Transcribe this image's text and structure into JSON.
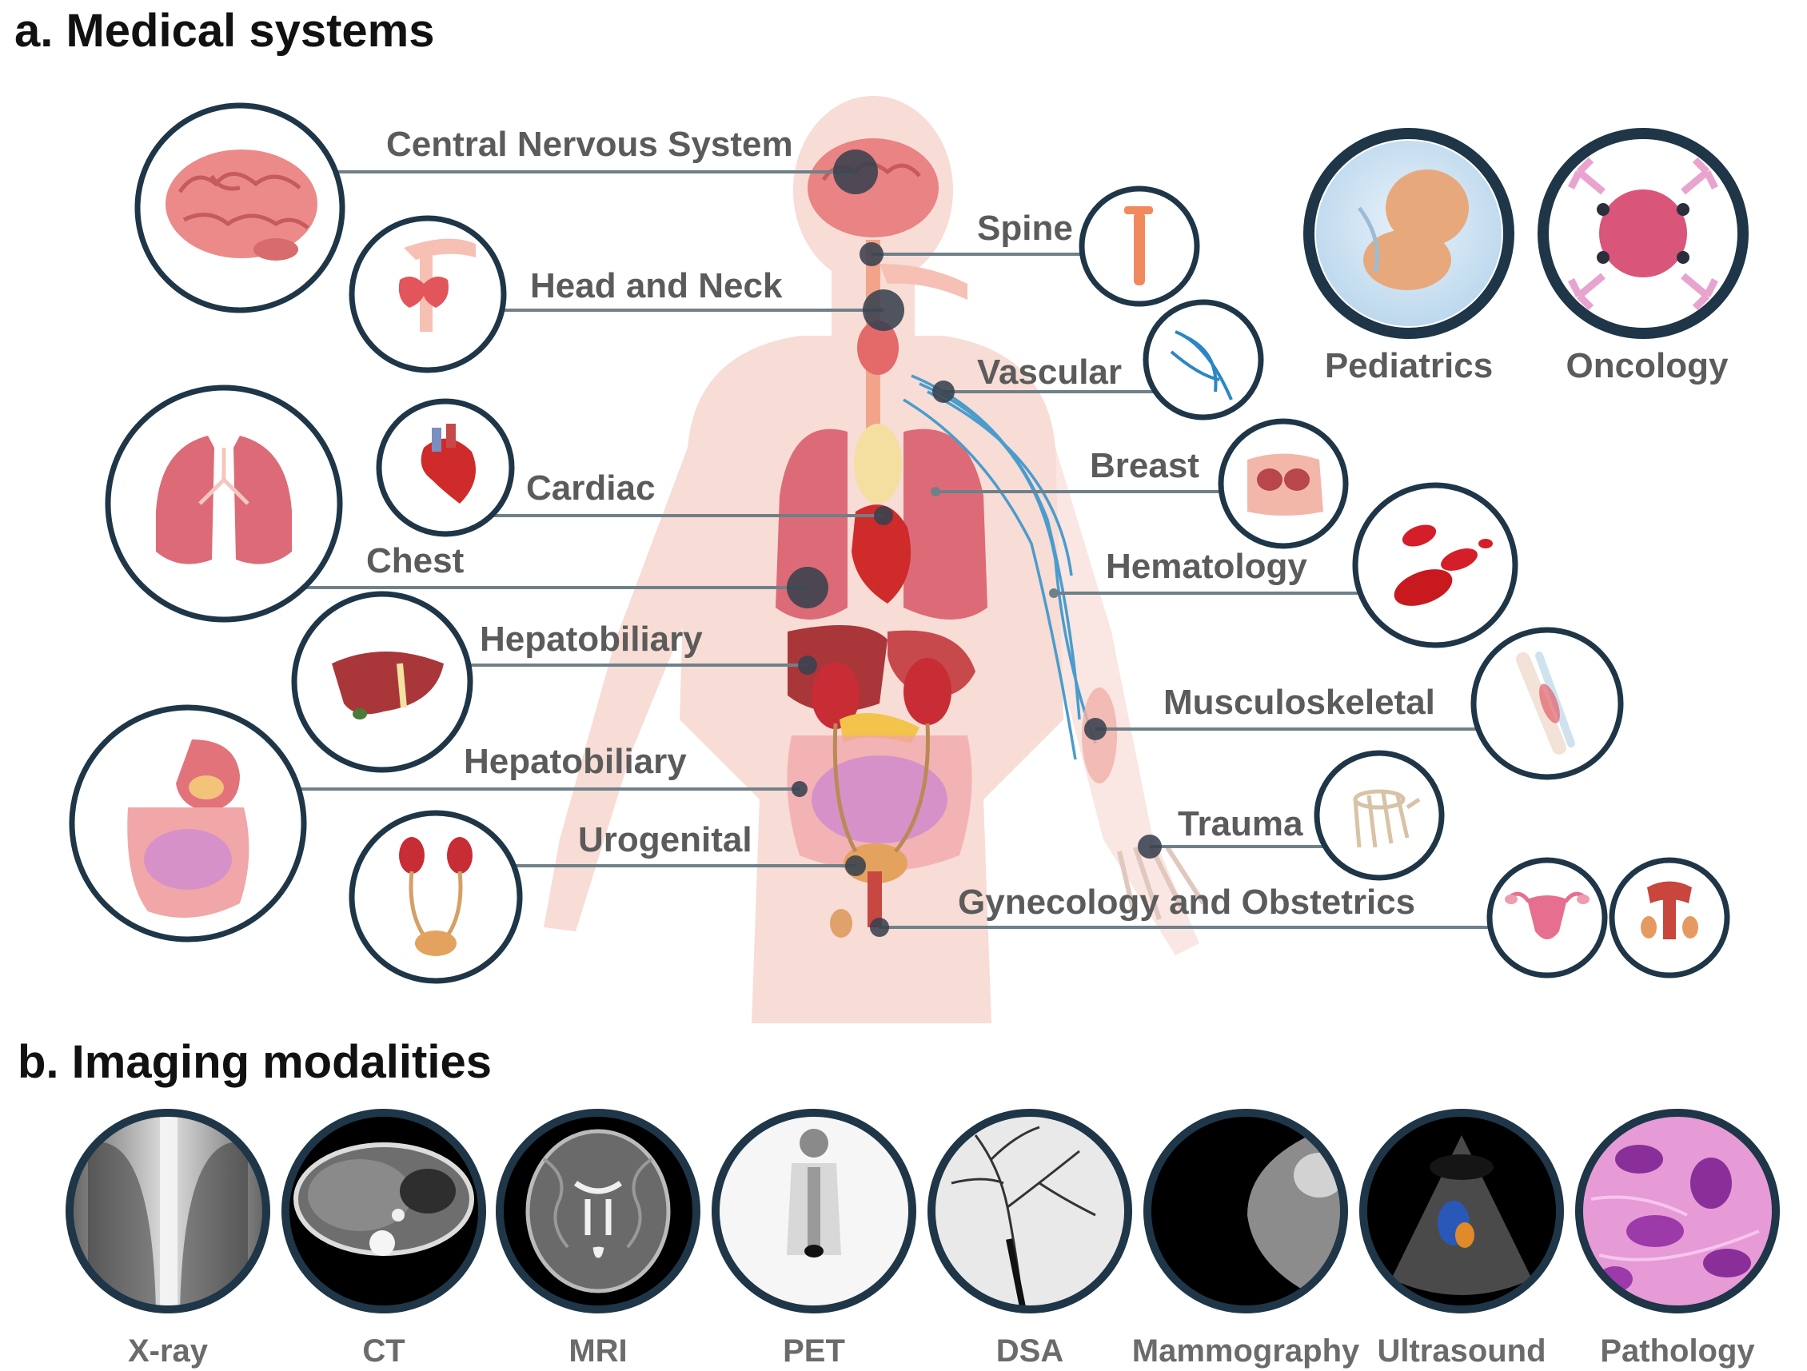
{
  "section_a": {
    "title": "a. Medical systems"
  },
  "section_b": {
    "title": "b. Imaging modalities"
  },
  "systems": {
    "cns": "Central Nervous System",
    "head_neck": "Head and Neck",
    "cardiac": "Cardiac",
    "chest": "Chest",
    "hepatobiliary_1": "Hepatobiliary",
    "hepatobiliary_2": "Hepatobiliary",
    "urogenital": "Urogenital",
    "spine": "Spine",
    "vascular": "Vascular",
    "breast": "Breast",
    "hematology": "Hematology",
    "musculoskeletal": "Musculoskeletal",
    "trauma": "Trauma",
    "gyn_obs": "Gynecology and Obstetrics",
    "pediatrics": "Pediatrics",
    "oncology": "Oncology"
  },
  "modalities": {
    "xray": "X-ray",
    "ct": "CT",
    "mri": "MRI",
    "pet": "PET",
    "dsa": "DSA",
    "mammography": "Mammography",
    "ultrasound": "Ultrasound",
    "pathology": "Pathology"
  },
  "colors": {
    "ring": "#1e3647",
    "leader": "#6f8088",
    "label": "#5b5b5b",
    "body_silhouette": "#f8dcd6",
    "organ": "#e3707a",
    "vessel": "#4a9ccc"
  }
}
